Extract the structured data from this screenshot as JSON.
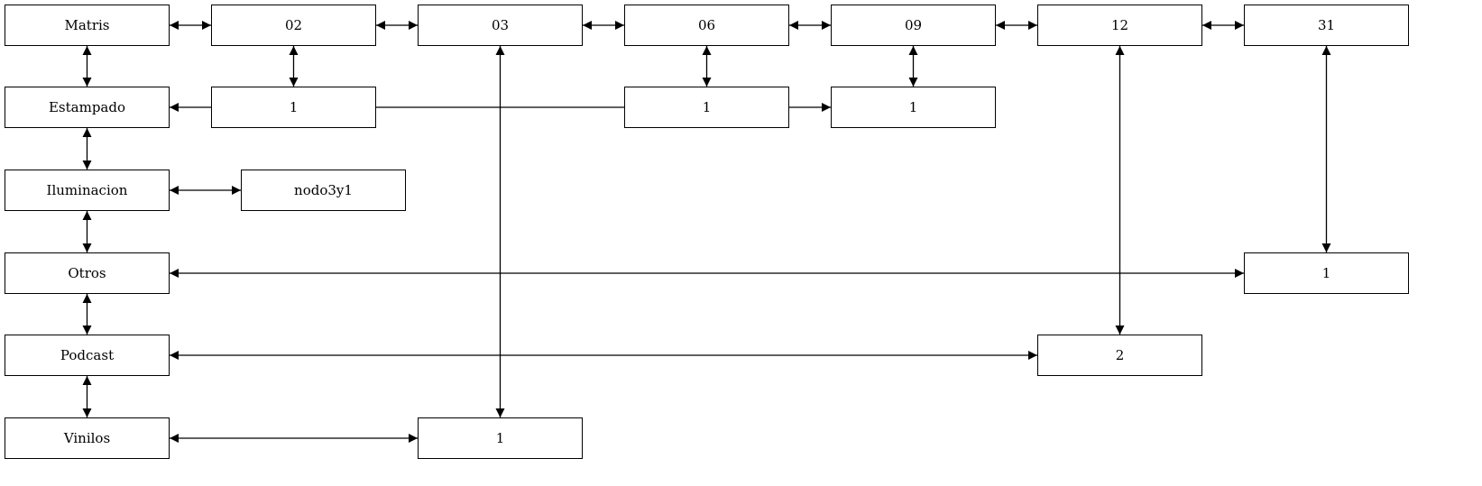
{
  "nodes": {
    "matris": "Matris",
    "estampado": "Estampado",
    "iluminacion": "Iluminacion",
    "otros": "Otros",
    "podcast": "Podcast",
    "vinilos": "Vinilos",
    "c02": "02",
    "c03": "03",
    "c06": "06",
    "c09": "09",
    "c12": "12",
    "c31": "31",
    "n02_1": "1",
    "n06_1": "1",
    "n09_1": "1",
    "nodo3y1": "nodo3y1",
    "n31_1": "1",
    "n12_2": "2",
    "n03_1": "1"
  },
  "edges": [
    {
      "from": "matris",
      "to": "c02"
    },
    {
      "from": "c02",
      "to": "c03"
    },
    {
      "from": "c03",
      "to": "c06"
    },
    {
      "from": "c06",
      "to": "c09"
    },
    {
      "from": "c09",
      "to": "c12"
    },
    {
      "from": "c12",
      "to": "c31"
    },
    {
      "from": "matris",
      "to": "estampado"
    },
    {
      "from": "estampado",
      "to": "iluminacion"
    },
    {
      "from": "iluminacion",
      "to": "otros"
    },
    {
      "from": "otros",
      "to": "podcast"
    },
    {
      "from": "podcast",
      "to": "vinilos"
    },
    {
      "from": "c02",
      "to": "n02_1"
    },
    {
      "from": "c06",
      "to": "n06_1"
    },
    {
      "from": "c09",
      "to": "n09_1"
    },
    {
      "from": "c03",
      "to": "n03_1"
    },
    {
      "from": "c12",
      "to": "n12_2"
    },
    {
      "from": "c31",
      "to": "n31_1"
    },
    {
      "from": "iluminacion",
      "to": "nodo3y1"
    },
    {
      "from": "otros",
      "to": "n31_1"
    },
    {
      "from": "podcast",
      "to": "n12_2"
    },
    {
      "from": "vinilos",
      "to": "n03_1"
    },
    {
      "from": "estampado",
      "to": "n09_1"
    }
  ]
}
